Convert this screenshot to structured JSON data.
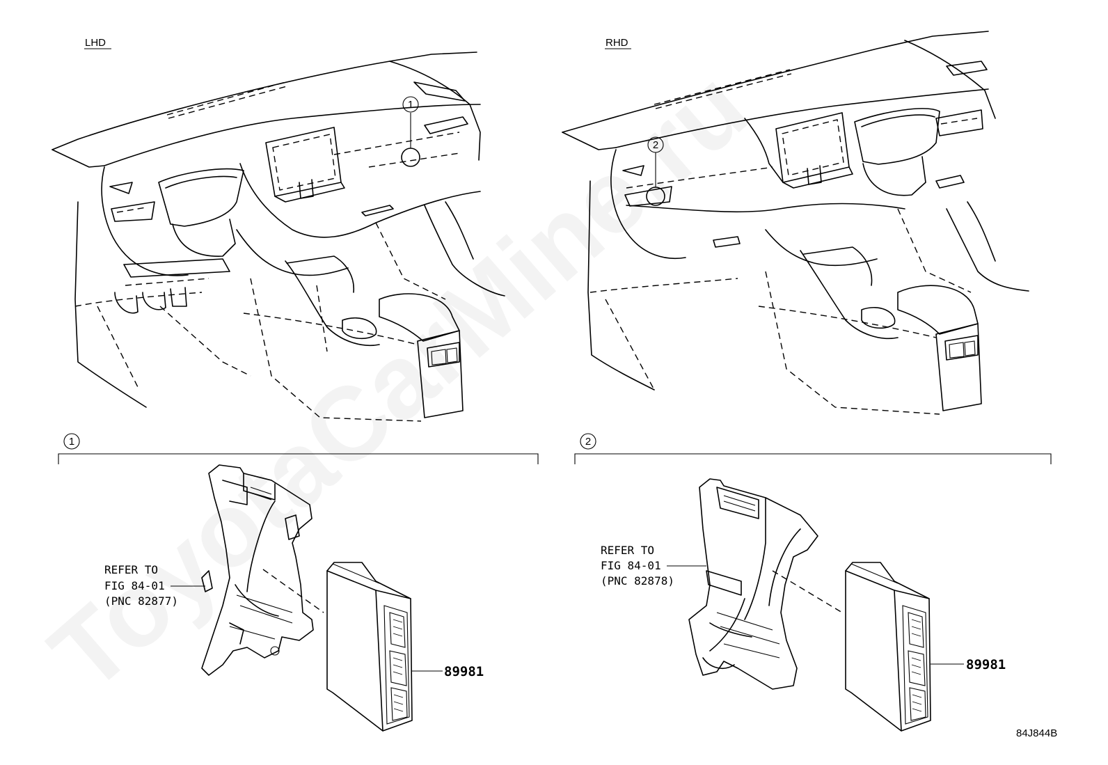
{
  "variants": {
    "lhd": {
      "label": "LHD",
      "callout": "1"
    },
    "rhd": {
      "label": "RHD",
      "callout": "2"
    }
  },
  "details": {
    "detail1": {
      "index": "1",
      "refer_line1": "REFER TO",
      "refer_line2": "FIG 84-01",
      "refer_line3": "(PNC 82877)",
      "part_number": "89981"
    },
    "detail2": {
      "index": "2",
      "refer_line1": "REFER TO",
      "refer_line2": "FIG 84-01",
      "refer_line3": "(PNC 82878)",
      "part_number": "89981"
    }
  },
  "figure_code": "84J844B",
  "watermark": "ToyotaCarMine.ru"
}
